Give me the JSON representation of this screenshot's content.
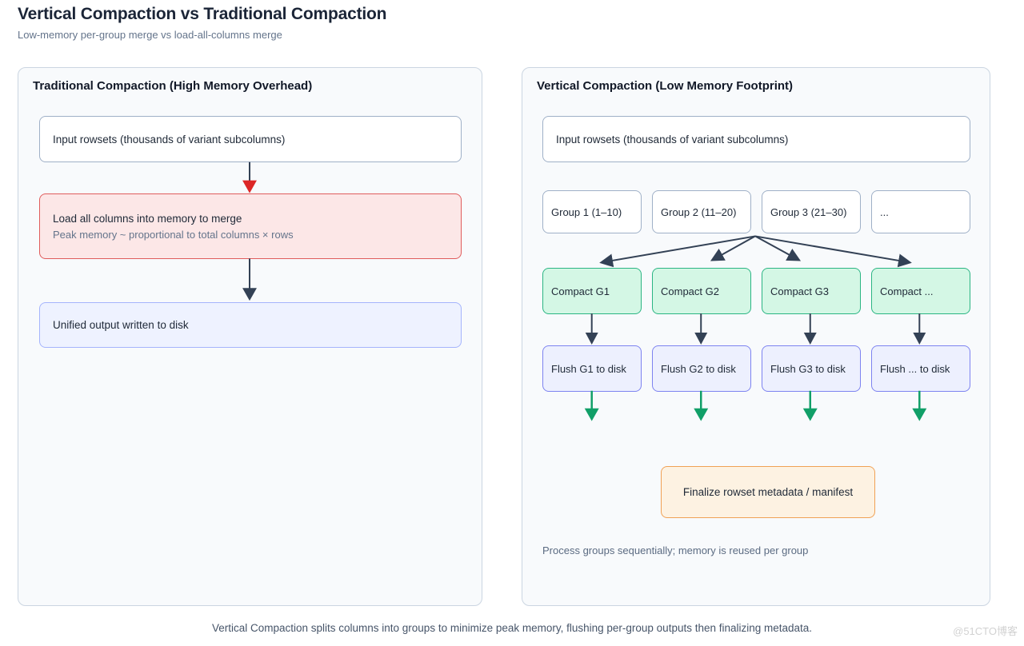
{
  "header": {
    "title": "Vertical Compaction vs Traditional Compaction",
    "subtitle": "Low-memory per-group merge vs load-all-columns merge"
  },
  "panels": {
    "left": {
      "title": "Traditional Compaction (High Memory Overhead)",
      "input": "Input rowsets (thousands of variant subcolumns)",
      "load": {
        "title": "Load all columns into memory to merge",
        "subtitle": "Peak memory ~ proportional to total columns × rows"
      },
      "output": "Unified output written to disk"
    },
    "right": {
      "title": "Vertical Compaction (Low Memory Footprint)",
      "input": "Input rowsets (thousands of variant subcolumns)",
      "groups": [
        "Group 1 (1–10)",
        "Group 2 (11–20)",
        "Group 3 (21–30)",
        "..."
      ],
      "compact": [
        "Compact G1",
        "Compact G2",
        "Compact G3",
        "Compact ..."
      ],
      "flush": [
        "Flush G1 to disk",
        "Flush G2 to disk",
        "Flush G3 to disk",
        "Flush ... to disk"
      ],
      "finalize": "Finalize rowset metadata / manifest",
      "note": "Process groups sequentially; memory is reused per group"
    }
  },
  "footer": {
    "caption": "Vertical Compaction splits columns into groups to minimize peak memory, flushing per-group outputs then finalizing metadata.",
    "watermark": "@51CTO博客"
  },
  "colors": {
    "panel_bg": "#f8fafc",
    "panel_border": "#cbd5e1",
    "node_border": "#9fb0c7",
    "red_bg": "#fce7e7",
    "red_border": "#e05c5c",
    "red_arrowhead": "#dc2626",
    "lavender_bg": "#eef2ff",
    "lavender_border": "#a5b4fc",
    "flush_border": "#7d83f0",
    "green_bg": "#d4f7e5",
    "green_border": "#2bb583",
    "green_arrow": "#119f68",
    "orange_bg": "#fdf2e2",
    "orange_border": "#f0a155",
    "dark_arrow": "#334155",
    "muted_text": "#64748b"
  }
}
